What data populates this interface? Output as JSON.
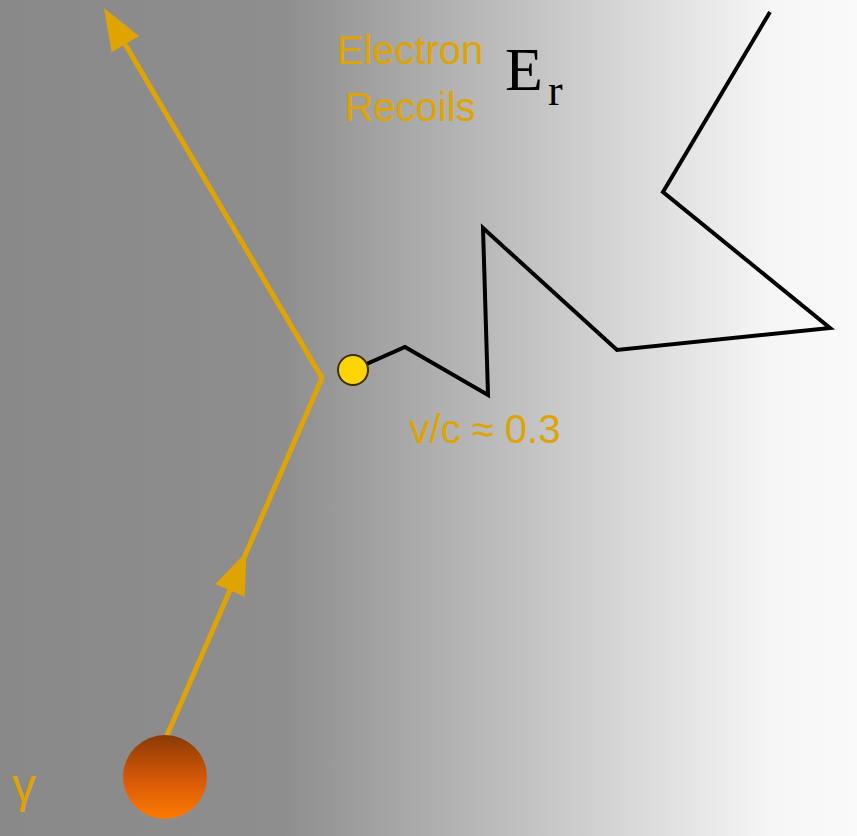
{
  "diagram": {
    "labels": [
      "Electron Recoils",
      "E",
      "r",
      "v/c ≈ 0.3",
      "γ"
    ]
  }
}
